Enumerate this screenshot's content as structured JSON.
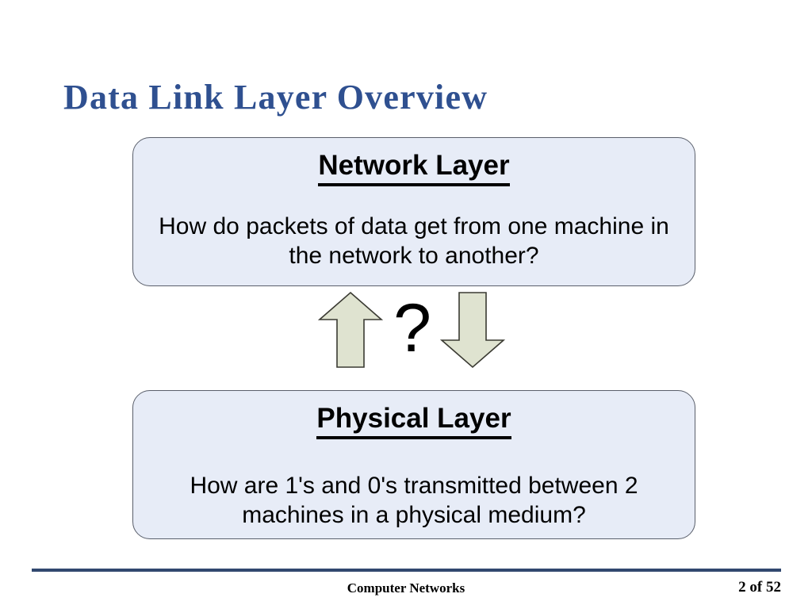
{
  "slide": {
    "title": "Data Link Layer Overview",
    "title_color": "#2F5090",
    "background_color": "#FFFFFF"
  },
  "boxes": [
    {
      "id": "network",
      "heading": "Network Layer",
      "body": "How do packets of data get from one machine in the network to another?",
      "fill_color": "#E7ECF7",
      "border_color": "#5A5F6B"
    },
    {
      "id": "physical",
      "heading": "Physical Layer",
      "body": "How are 1's and 0's transmitted between 2 machines in a physical medium?",
      "fill_color": "#E7ECF7",
      "border_color": "#5A5F6B"
    }
  ],
  "connector": {
    "up_arrow_label": "arrow-up",
    "down_arrow_label": "arrow-down",
    "question": "?",
    "arrow_fill_color": "#DFE3D0",
    "arrow_border_color": "#3A3A32"
  },
  "footer": {
    "rule_color": "#31486F",
    "center_text": "Computer Networks",
    "page_label": "2 of 52"
  }
}
